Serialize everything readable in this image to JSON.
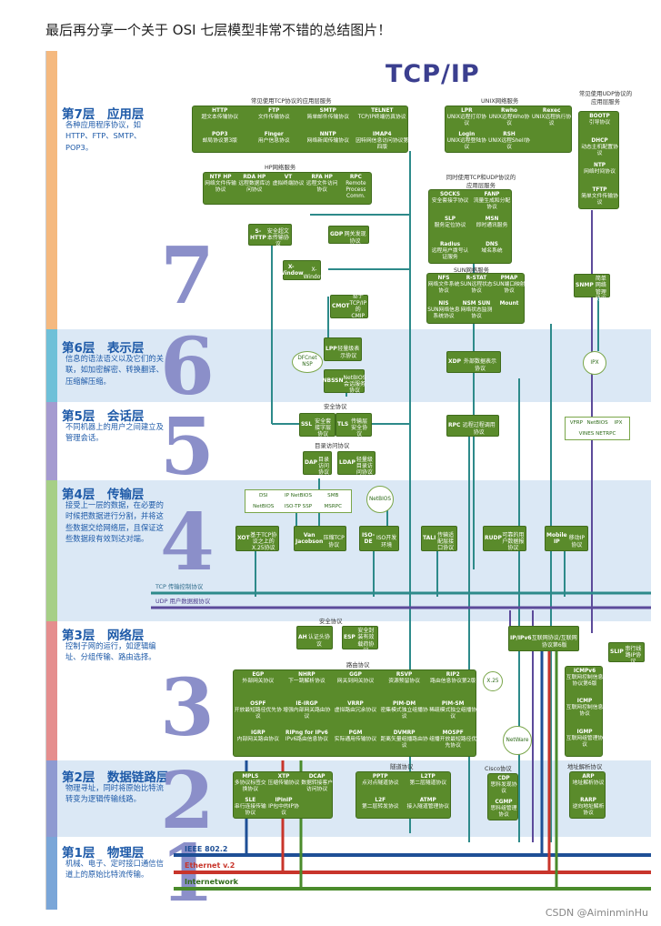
{
  "caption": "最后再分享一个关于 OSI 七层模型非常不错的总结图片！",
  "main_title": "TCP/IP",
  "watermark": "CSDN @AiminminHu",
  "layers": [
    {
      "title": "第7层　应用层",
      "desc": "各种应用程序协议，如HTTP、FTP、SMTP、POP3。",
      "num": "7"
    },
    {
      "title": "第6层　表示层",
      "desc": "信息的语法语义以及它们的关联，如加密解密、转换翻译、压缩解压缩。",
      "num": "6"
    },
    {
      "title": "第5层　会话层",
      "desc": "不同机器上的用户之间建立及管理会话。",
      "num": "5"
    },
    {
      "title": "第4层　传输层",
      "desc": "接受上一层的数据，在必要的时候把数据进行分割，并将这些数据交给网络层，且保证这些数据段有效到达对端。",
      "num": "4"
    },
    {
      "title": "第3层　网络层",
      "desc": "控制子网的运行，如逻辑编址、分组传输、路由选择。",
      "num": "3"
    },
    {
      "title": "第2层　数据链路层",
      "desc": "物理寻址，同时将原始比特流转变为逻辑传输线路。",
      "num": "2"
    },
    {
      "title": "第1层　物理层",
      "desc": "机械、电子、定时接口通信信道上的原始比特流传输。",
      "num": "1"
    }
  ],
  "labels": {
    "common_tcp": "常见使用TCP协议的应用层服务",
    "unix": "UNIX网络服务",
    "common_udp": "常见使用UDP协议的应用层服务",
    "hp": "HP网络服务",
    "tcp_udp": "同时使用TCP和UDP协议的应用层服务",
    "sun": "SUN网络服务",
    "security5": "安全协议",
    "directory": "目录访问协议",
    "security3": "安全协议",
    "routing": "路由协议",
    "tunnel": "隧道协议",
    "cisco": "Cisco协议",
    "addr": "地址解析协议",
    "tcp_line": "TCP 传输控制协议",
    "udp_line": "UDP 用户数据报协议",
    "ieee": "IEEE 802.2",
    "ethernet": "Ethernet v.2",
    "internetwork": "Internetwork"
  },
  "tcp_apps": [
    {
      "a": "HTTP",
      "b": "超文本传输协议"
    },
    {
      "a": "FTP",
      "b": "文件传输协议"
    },
    {
      "a": "SMTP",
      "b": "简单邮件传输协议"
    },
    {
      "a": "TELNET",
      "b": "TCP/IP终端仿真协议"
    },
    {
      "a": "POP3",
      "b": "邮局协议第3版"
    },
    {
      "a": "Finger",
      "b": "用户信息协议"
    },
    {
      "a": "NNTP",
      "b": "网络新闻传输协议"
    },
    {
      "a": "IMAP4",
      "b": "因特网信息访问协议第四版"
    }
  ],
  "unix_apps": [
    {
      "a": "LPR",
      "b": "UNIX远程打印协议"
    },
    {
      "a": "Rwho",
      "b": "UNIX远程Who协议"
    },
    {
      "a": "Rexec",
      "b": "UNIX远程执行协议"
    },
    {
      "a": "Login",
      "b": "UNIX远程登陆协议"
    },
    {
      "a": "RSH",
      "b": "UNIX远程Shell协议"
    }
  ],
  "udp_apps": [
    {
      "a": "BOOTP",
      "b": "引导协议"
    },
    {
      "a": "DHCP",
      "b": "动态主机配置协议"
    },
    {
      "a": "NTP",
      "b": "网络时间协议"
    },
    {
      "a": "TFTP",
      "b": "简单文件传输协议"
    }
  ],
  "hp_apps": [
    {
      "a": "NTF HP",
      "b": "网络文件传输协议"
    },
    {
      "a": "RDA HP",
      "b": "远程数据库访问协议"
    },
    {
      "a": "VT",
      "b": "虚拟终端协议"
    },
    {
      "a": "RFA HP",
      "b": "远程文件访问协议"
    },
    {
      "a": "RPC",
      "b": "Remote Process Comm."
    }
  ],
  "both_apps": [
    {
      "a": "SOCKS",
      "b": "安全套接字协议"
    },
    {
      "a": "FANP",
      "b": "流量生成和分配协议"
    },
    {
      "a": "SLP",
      "b": "服务定位协议"
    },
    {
      "a": "MSN",
      "b": "即时通讯服务"
    },
    {
      "a": "Radius",
      "b": "远程用户拨号认证服务"
    },
    {
      "a": "DNS",
      "b": "域名系统"
    }
  ],
  "sun_apps": [
    {
      "a": "NFS",
      "b": "网络文件系统协议"
    },
    {
      "a": "R-STAT",
      "b": "SUN远程状态协议"
    },
    {
      "a": "PMAP",
      "b": "SUN端口映射协议"
    },
    {
      "a": "NIS",
      "b": "SUN网络信息系统协议"
    },
    {
      "a": "NSM SUN",
      "b": "网络状态监测协议"
    },
    {
      "a": "Mount",
      "b": ""
    }
  ],
  "singles": {
    "shttp": {
      "a": "S-HTTP",
      "b": "安全超文本传输协议"
    },
    "gdp": {
      "a": "GDP",
      "b": "网关发现协议"
    },
    "xwin": {
      "a": "X-Window",
      "b": "X-Window"
    },
    "cmot": {
      "a": "CMOT",
      "b": "基于TCP/IP的CMIP协议"
    },
    "snmp": {
      "a": "SNMP",
      "b": "简单网络管理协议"
    },
    "lpp": {
      "a": "LPP",
      "b": "轻量级表示协议"
    },
    "xdp": {
      "a": "XDP",
      "b": "外部数据表示协议"
    },
    "nbssn": {
      "a": "NBSSN",
      "b": "NetBIOS会话服务协议"
    },
    "rpc5": {
      "a": "RPC",
      "b": "远程过程调用协议"
    },
    "ssl": {
      "a": "SSL",
      "b": "安全套接字层协议"
    },
    "tls": {
      "a": "TLS",
      "b": "传输层安全协议"
    },
    "dap": {
      "a": "DAP",
      "b": "目录访问协议"
    },
    "ldap": {
      "a": "LDAP",
      "b": "轻量级目录访问协议"
    },
    "xot": {
      "a": "XOT",
      "b": "基于TCP协议之上的X.25协议"
    },
    "vj": {
      "a": "Van Jacobson",
      "b": "压缩TCP协议"
    },
    "isode": {
      "a": "ISO-DE",
      "b": "ISO开发环境"
    },
    "tali": {
      "a": "TALI",
      "b": "传输适配层接口协议"
    },
    "rudp": {
      "a": "RUDP",
      "b": "可靠的用户数据报协议"
    },
    "mip": {
      "a": "Mobile IP",
      "b": "移动IP协议"
    },
    "ah": {
      "a": "AH",
      "b": "认证头协议"
    },
    "esp": {
      "a": "ESP",
      "b": "安全封装有效载荷协议"
    },
    "ip": {
      "a": "IP/IPv6",
      "b": "互联网协议/互联网协议第6版"
    },
    "slip": {
      "a": "SLIP",
      "b": "串行线路IP协议"
    }
  },
  "circles": {
    "dfc": "DFCnet NSP",
    "ipx7": "IPX",
    "netbios": "NetBIOS",
    "x25": "X.25",
    "netware": "NetWare"
  },
  "netbios_box": [
    "DSI",
    "IP NetBIOS",
    "SMB",
    "NetBIOS",
    "ISO-TP SSP",
    "MSRPC"
  ],
  "vines_box": [
    "VFRP",
    "NetBIOS",
    "IPX",
    "VINES NETRPC"
  ],
  "routing": [
    {
      "a": "EGP",
      "b": "外部网关协议"
    },
    {
      "a": "NHRP",
      "b": "下一跳解析协议"
    },
    {
      "a": "GGP",
      "b": "网关到网关协议"
    },
    {
      "a": "RSVP",
      "b": "资源预留协议"
    },
    {
      "a": "RIP2",
      "b": "路由信息协议第2版"
    },
    {
      "a": "OSPF",
      "b": "开放最短路径优先协议"
    },
    {
      "a": "IE-IRGP",
      "b": "增强内部网关路由协议"
    },
    {
      "a": "VRRP",
      "b": "虚拟路由冗余协议"
    },
    {
      "a": "PIM-DM",
      "b": "密集模式独立组播协议"
    },
    {
      "a": "PIM-SM",
      "b": "稀疏模式独立组播协议"
    },
    {
      "a": "IGRP",
      "b": "内部网关路由协议"
    },
    {
      "a": "RIPng for IPv6",
      "b": "IPv6路由信息协议"
    },
    {
      "a": "PGM",
      "b": "实际通用传输协议"
    },
    {
      "a": "DVMRP",
      "b": "距离矢量组播路由协议"
    },
    {
      "a": "MOSPF",
      "b": "组播开放最短路径优先协议"
    }
  ],
  "icmp": [
    {
      "a": "ICMPv6",
      "b": "互联网控制信息协议第6版"
    },
    {
      "a": "ICMP",
      "b": "互联网控制信息协议"
    },
    {
      "a": "IGMP",
      "b": "互联网组管理协议"
    }
  ],
  "l2": [
    {
      "a": "MPLS",
      "b": "多协议标签交换协议"
    },
    {
      "a": "XTP",
      "b": "压缩传输协议"
    },
    {
      "a": "DCAP",
      "b": "数据转接客户访问协议"
    },
    {
      "a": "SLE",
      "b": "串行连接传输协议"
    },
    {
      "a": "IPinIP",
      "b": "IP包中的IP协议"
    }
  ],
  "tunnel": [
    {
      "a": "PPTP",
      "b": "点对点隧道协议"
    },
    {
      "a": "L2TP",
      "b": "第二层隧道协议"
    },
    {
      "a": "L2F",
      "b": "第二层转发协议"
    },
    {
      "a": "ATMP",
      "b": "接入隧道管理协议"
    }
  ],
  "cisco": [
    {
      "a": "CDP",
      "b": "思科发现协议"
    },
    {
      "a": "CGMP",
      "b": "思科组管理协议"
    }
  ],
  "arp": [
    {
      "a": "ARP",
      "b": "地址解析协议"
    },
    {
      "a": "RARP",
      "b": "逆向地址解析协议"
    }
  ]
}
